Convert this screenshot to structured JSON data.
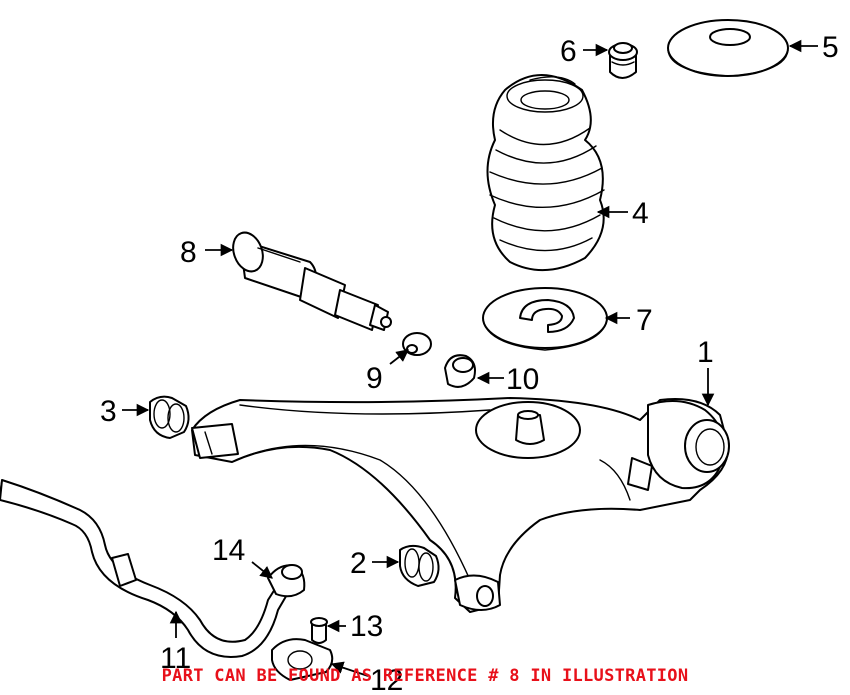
{
  "diagram": {
    "callouts": [
      {
        "id": "1",
        "label": "1"
      },
      {
        "id": "2",
        "label": "2"
      },
      {
        "id": "3",
        "label": "3"
      },
      {
        "id": "4",
        "label": "4"
      },
      {
        "id": "5",
        "label": "5"
      },
      {
        "id": "6",
        "label": "6"
      },
      {
        "id": "7",
        "label": "7"
      },
      {
        "id": "8",
        "label": "8"
      },
      {
        "id": "9",
        "label": "9"
      },
      {
        "id": "10",
        "label": "10"
      },
      {
        "id": "11",
        "label": "11"
      },
      {
        "id": "12",
        "label": "12"
      },
      {
        "id": "13",
        "label": "13"
      },
      {
        "id": "14",
        "label": "14"
      }
    ],
    "note": "PART CAN BE FOUND AS REFERENCE # 8 IN ILLUSTRATION",
    "note_color": "#e8101a",
    "line_color": "#000000"
  }
}
